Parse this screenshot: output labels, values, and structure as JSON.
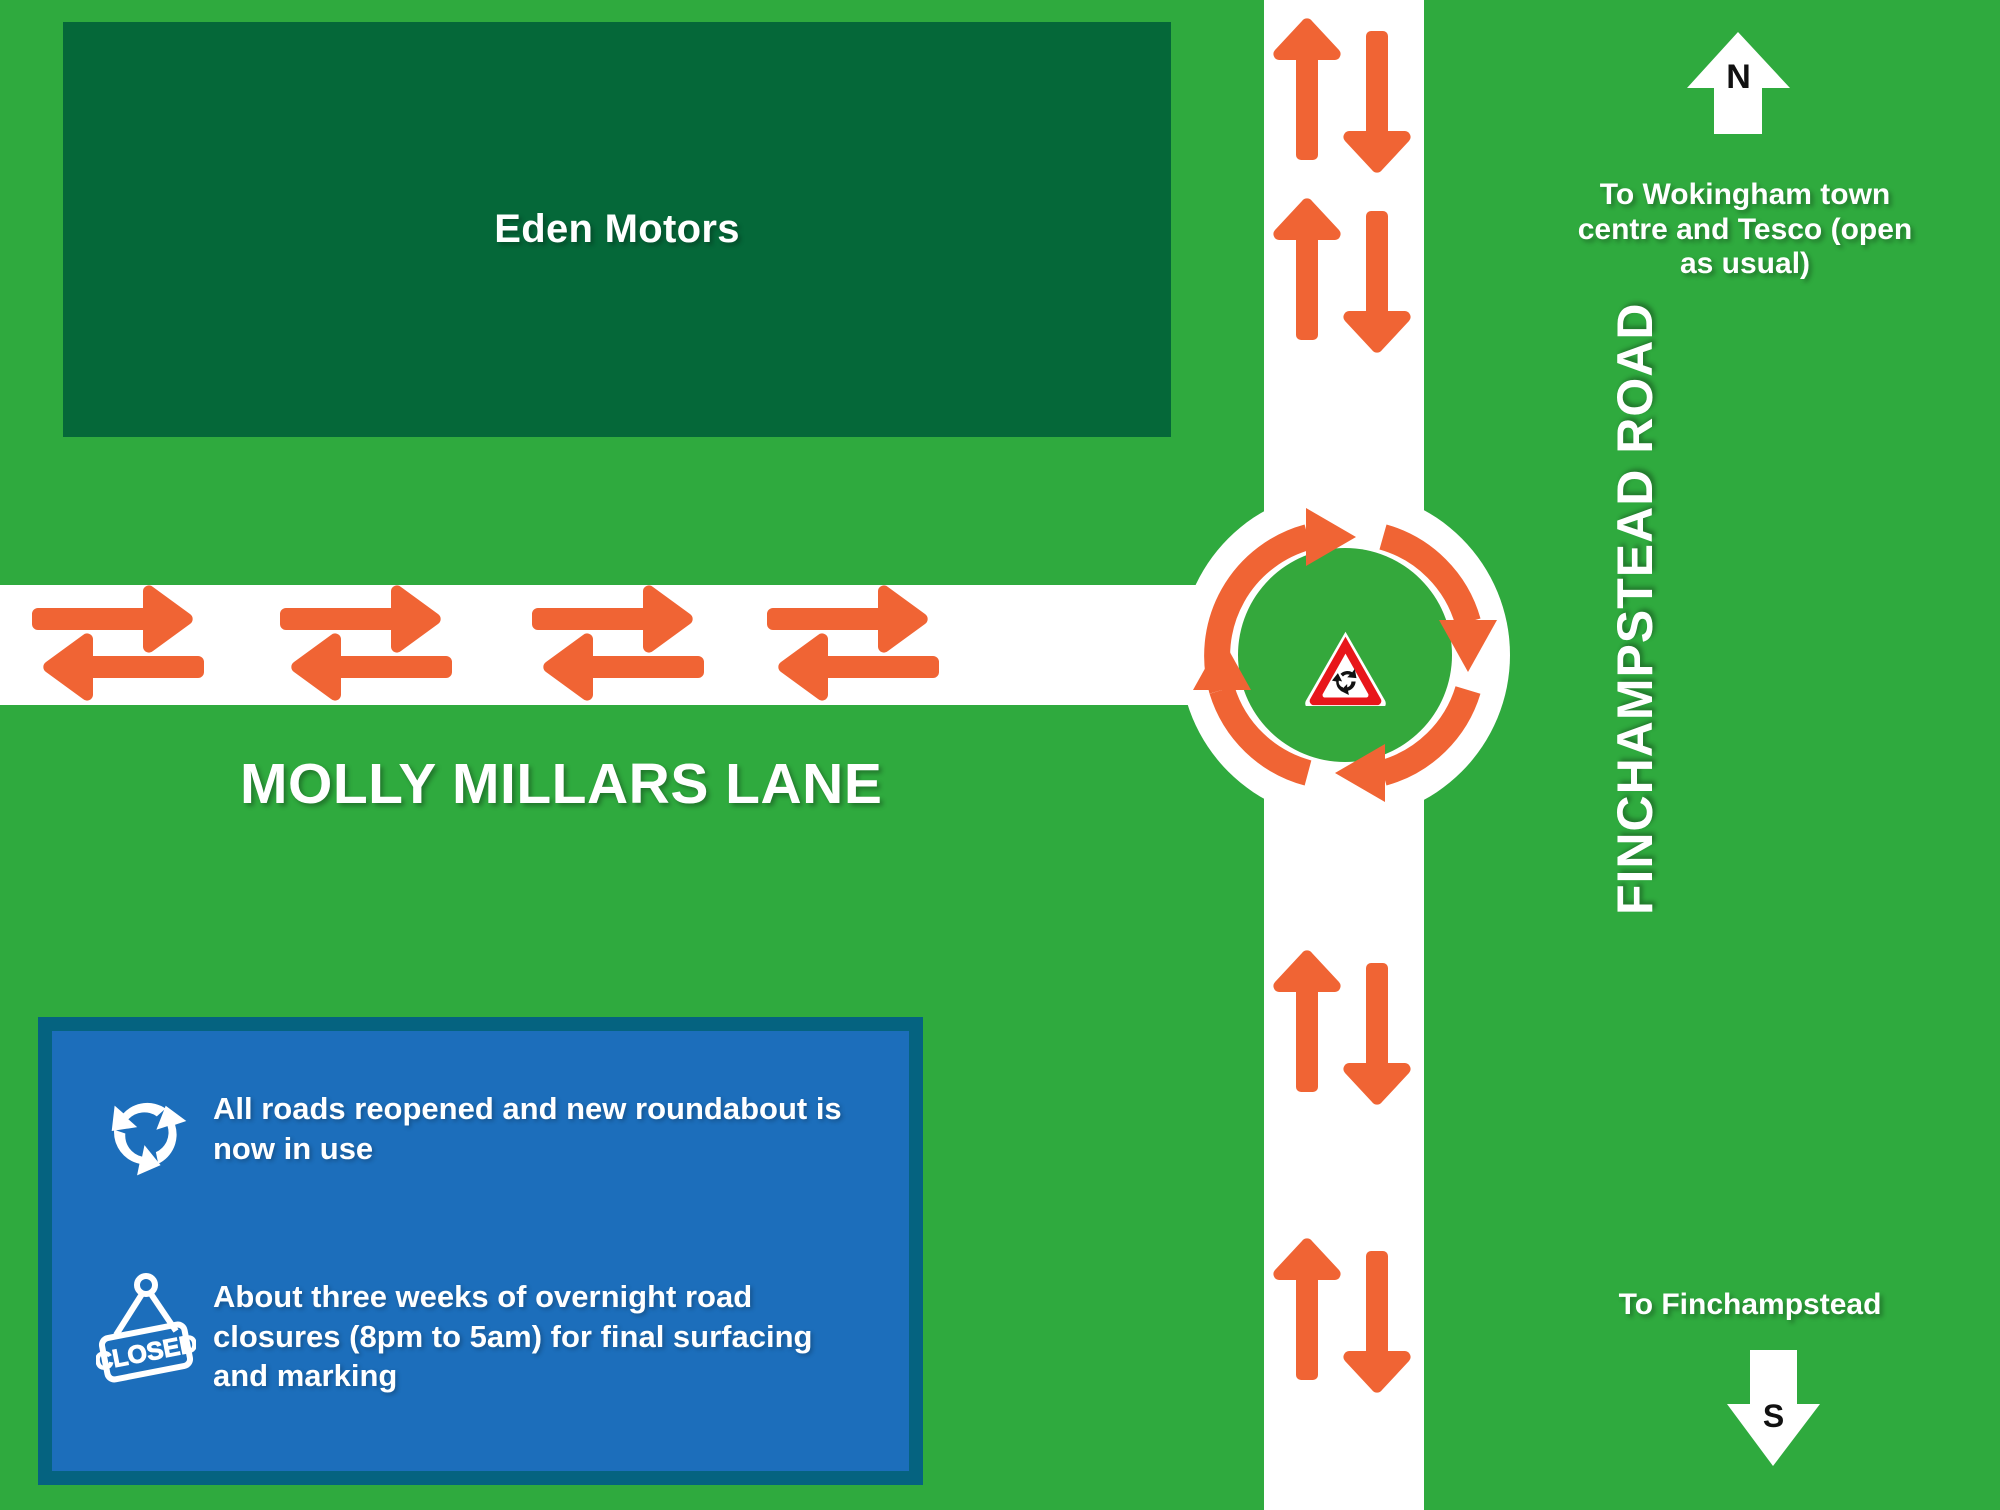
{
  "map": {
    "background_color": "#2faa3e",
    "road_color": "#ffffff",
    "arrow_color": "#f06434",
    "building": {
      "name": "Eden Motors",
      "color": "#056839"
    },
    "roads": [
      {
        "name": "MOLLY MILLARS LANE",
        "orientation": "horizontal"
      },
      {
        "name": "FINCHAMPSTEAD ROAD",
        "orientation": "vertical"
      }
    ],
    "labels": {
      "molly_millars": "MOLLY MILLARS LANE",
      "finchampstead_road": "FINCHAMPSTEAD ROAD",
      "eden_motors": "Eden Motors"
    },
    "destinations": {
      "north": "To Wokingham town centre and Tesco (open as usual)",
      "south": "To Finchampstead"
    },
    "compass": {
      "north_letter": "N",
      "south_letter": "S"
    },
    "roundabout": {
      "island_color": "#34a83c",
      "sign": "roundabout-warning-sign",
      "circulation": "clockwise"
    }
  },
  "info_panel": {
    "border_color": "#056380",
    "background_color": "#1c6ebb",
    "items": [
      {
        "icon": "roundabout-circulation-icon",
        "text": "All roads reopened and new roundabout is now in use"
      },
      {
        "icon": "closed-sign-icon",
        "text": "About three weeks of overnight road closures (8pm to 5am) for final surfacing and marking"
      }
    ]
  }
}
